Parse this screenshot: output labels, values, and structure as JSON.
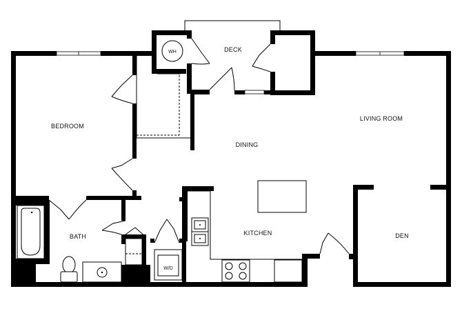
{
  "rooms": {
    "bedroom": "BEDROOM",
    "deck": "DECK",
    "dining": "DINING",
    "living_room": "LIVING ROOM",
    "bath": "BATH",
    "kitchen": "KITCHEN",
    "den": "DEN"
  },
  "fixtures": {
    "water_heater": "WH",
    "washer_dryer": "W/D"
  }
}
